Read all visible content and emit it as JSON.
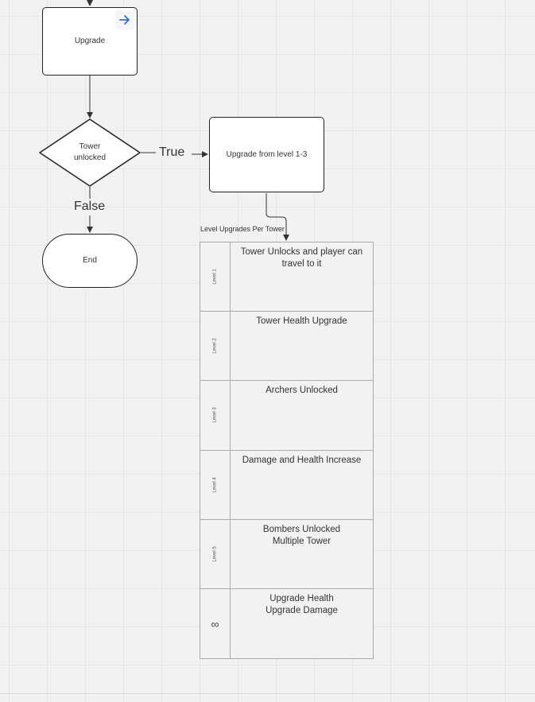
{
  "nodes": {
    "upgrade": "Upgrade",
    "tower_unlocked": "Tower\nunlocked",
    "upgrade_from_level": "Upgrade from level 1-3",
    "end": "End"
  },
  "edges": {
    "true_label": "True",
    "false_label": "False"
  },
  "table": {
    "caption": "Level Upgrades Per Tower",
    "rows": [
      {
        "level": "Level 1",
        "text": "Tower Unlocks and player can\ntravel to it"
      },
      {
        "level": "Level 2",
        "text": "Tower Health Upgrade"
      },
      {
        "level": "Level 3",
        "text": "Archers Unlocked"
      },
      {
        "level": "Level 4",
        "text": "Damage and Health Increase"
      },
      {
        "level": "Level 5",
        "text": "Bombers Unlocked\nMultiple Tower"
      },
      {
        "level": "∞",
        "text": "Upgrade Health\nUpgrade Damage"
      }
    ]
  },
  "icons": {
    "link_arrow": "arrow-right-icon",
    "link_color": "#2f6fe0"
  }
}
